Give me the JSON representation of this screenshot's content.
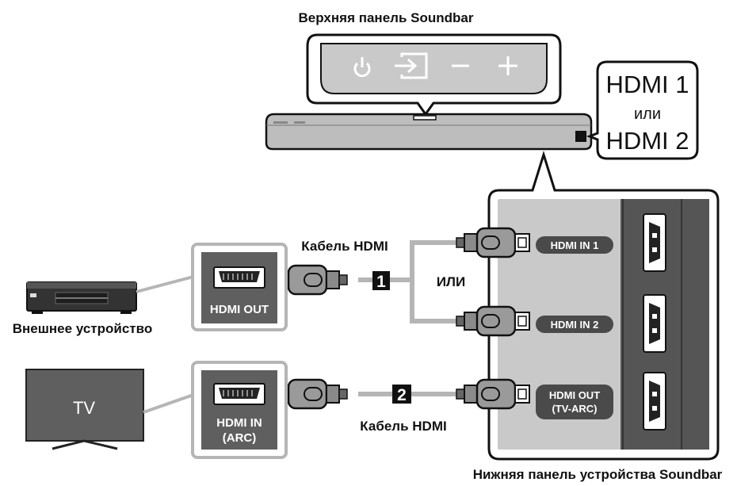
{
  "labels": {
    "top_panel": "Верхняя панель Soundbar",
    "bottom_panel": "Нижняя панель устройства Soundbar",
    "cable_top": "Кабель HDMI",
    "cable_bottom": "Кабель HDMI",
    "or_middle": "ИЛИ",
    "external_device": "Внешнее устройство",
    "tv_screen": "TV"
  },
  "callout": {
    "hdmi1": "HDMI 1",
    "or": "или",
    "hdmi2": "HDMI 2"
  },
  "ports": {
    "device_port": "HDMI OUT",
    "tv_port_line1": "HDMI IN",
    "tv_port_line2": "(ARC)"
  },
  "soundbar_ports": {
    "in1": "HDMI IN 1",
    "in2": "HDMI IN 2",
    "out_line1": "HDMI OUT",
    "out_line2": "(TV-ARC)"
  },
  "steps": {
    "step1": "1",
    "step2": "2"
  },
  "icons": [
    "power-icon",
    "source-icon",
    "minus-icon",
    "plus-icon",
    "hdmi-port-icon",
    "hdmi-plug-icon"
  ],
  "colors": {
    "panel_gray": "#c8c8c8",
    "panel_dark": "#4a4a4a",
    "port_bg": "#5f5f5f",
    "cable": "#b4b4b4",
    "outline": "#1a1a1a"
  }
}
